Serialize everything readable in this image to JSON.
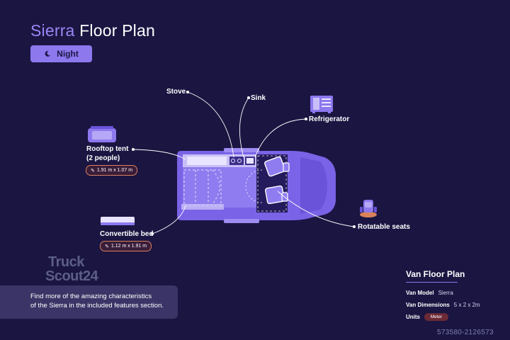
{
  "header": {
    "title_accent": "Sierra",
    "title_rest": " Floor Plan",
    "mode_button": "Night"
  },
  "features": {
    "stove": "Stove",
    "sink": "Sink",
    "refrigerator": "Refrigerator",
    "rooftop_tent_line1": "Rooftop tent",
    "rooftop_tent_line2": "(2 people)",
    "rooftop_tent_dims": "1.91 m x 1.07 m",
    "convertible_bed": "Convertible bed",
    "convertible_bed_dims": "1.12 m x 1.91 m",
    "rotatable_seats": "Rotatable seats"
  },
  "brand": {
    "line1": "Truck",
    "line2": "Scout24"
  },
  "info": {
    "line1": "Find more of the amazing characteristics",
    "line2": "of the Sierra in the included features section."
  },
  "specs": {
    "title": "Van Floor Plan",
    "model_label": "Van Model",
    "model_value": "Sierra",
    "dimensions_label": "Van Dimensions",
    "dimensions_value": "5 x 2 x 2m",
    "units_label": "Units",
    "units_button": "Meter"
  },
  "watermark": "573580-2126573",
  "colors": {
    "background": "#1b1542",
    "accent": "#8d78ee",
    "van_body": "#7a63e6",
    "badge_border": "#d9825a"
  }
}
